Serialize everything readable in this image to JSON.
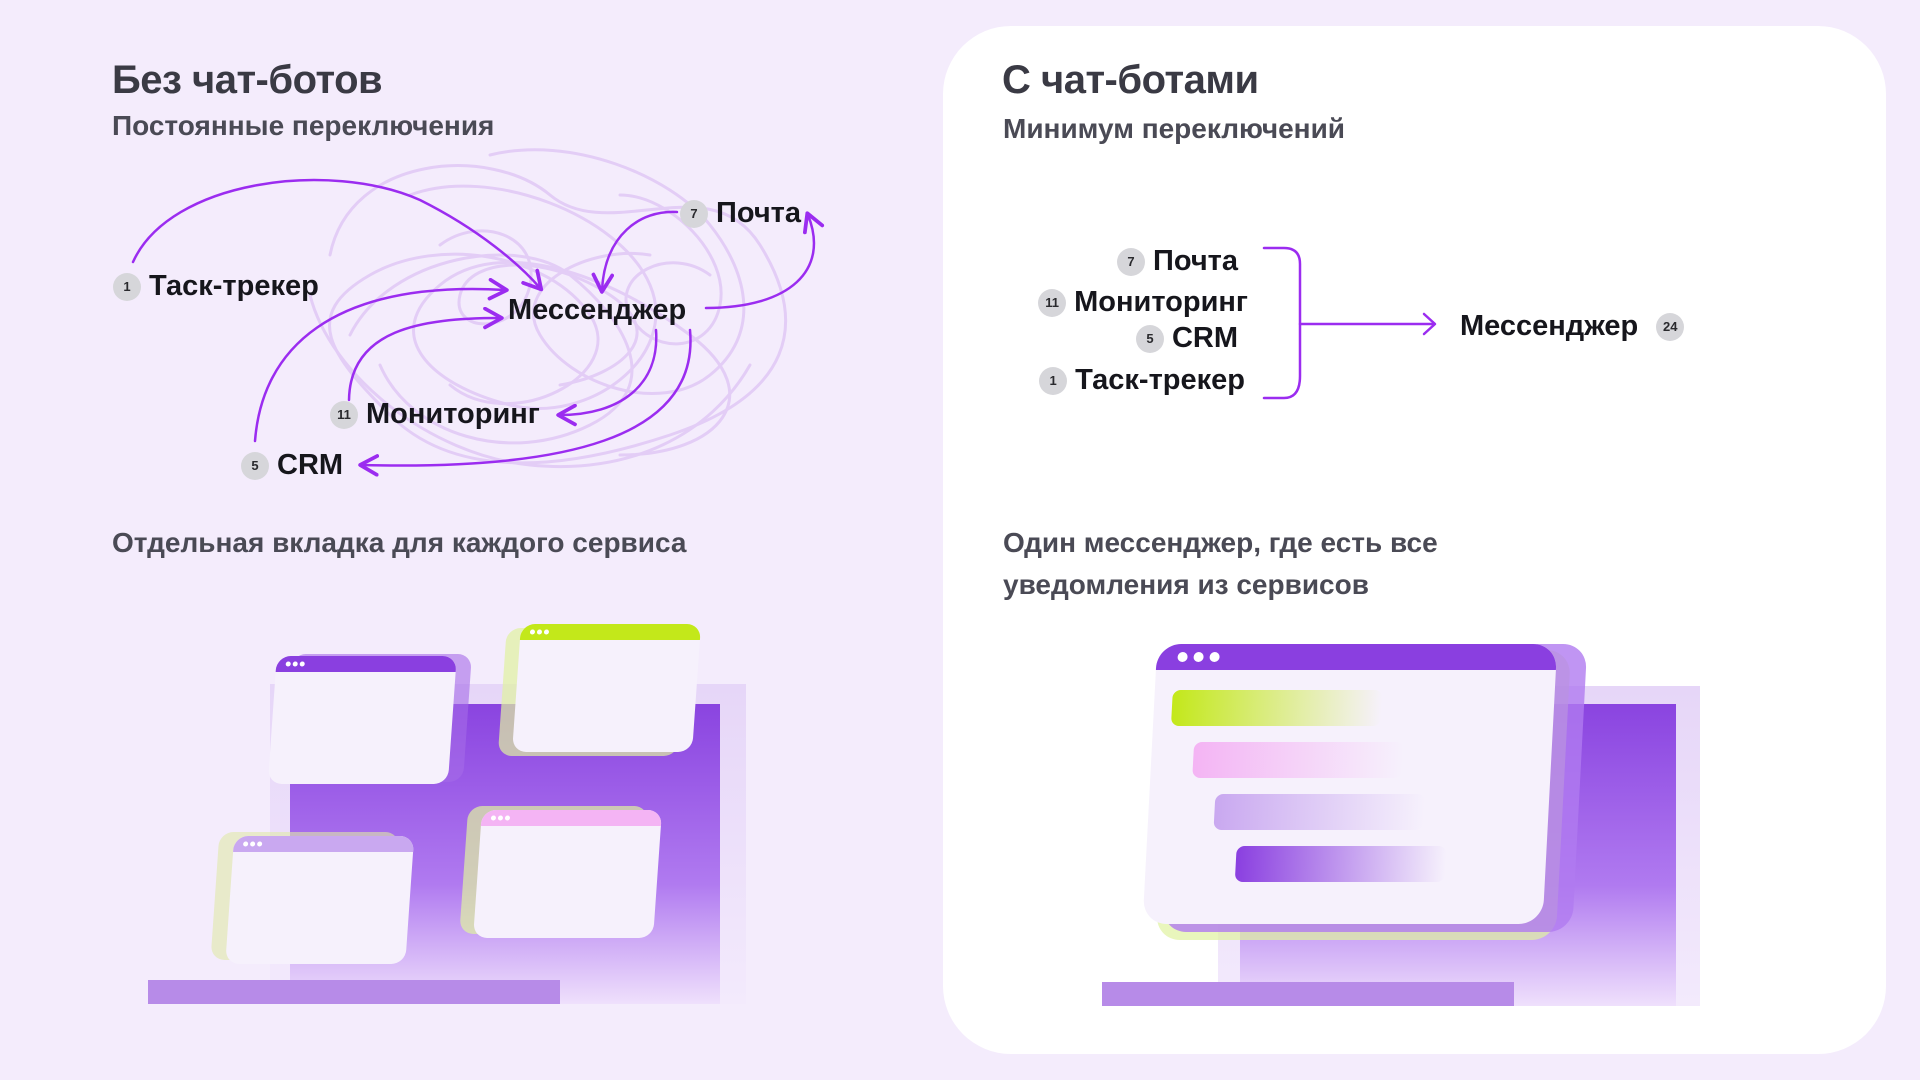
{
  "left": {
    "title": "Без чат-ботов",
    "subtitle": "Постоянные переключения",
    "caption": "Отдельная вкладка для каждого сервиса",
    "nodes": [
      {
        "label": "Таск-трекер",
        "count": "1"
      },
      {
        "label": "Почта",
        "count": "7"
      },
      {
        "label": "Мессенджер"
      },
      {
        "label": "Мониторинг",
        "count": "11"
      },
      {
        "label": "CRM",
        "count": "5"
      }
    ]
  },
  "right": {
    "title": "С чат-ботами",
    "subtitle": "Минимум переключений",
    "caption_lines": [
      "Один мессенджер, где есть все",
      "уведомления из сервисов"
    ],
    "sources": [
      {
        "label": "Почта",
        "count": "7"
      },
      {
        "label": "Мониторинг",
        "count": "11"
      },
      {
        "label": "CRM",
        "count": "5"
      },
      {
        "label": "Таск-трекер",
        "count": "1"
      }
    ],
    "target": {
      "label": "Мессенджер",
      "count": "24"
    }
  },
  "colors": {
    "arrow": "#9b2cf0",
    "accent_purple": "#8a4be0",
    "accent_lime": "#c3e81a",
    "accent_pink": "#f4b4f4",
    "background": "#f4ecfc",
    "panel": "#ffffff"
  }
}
